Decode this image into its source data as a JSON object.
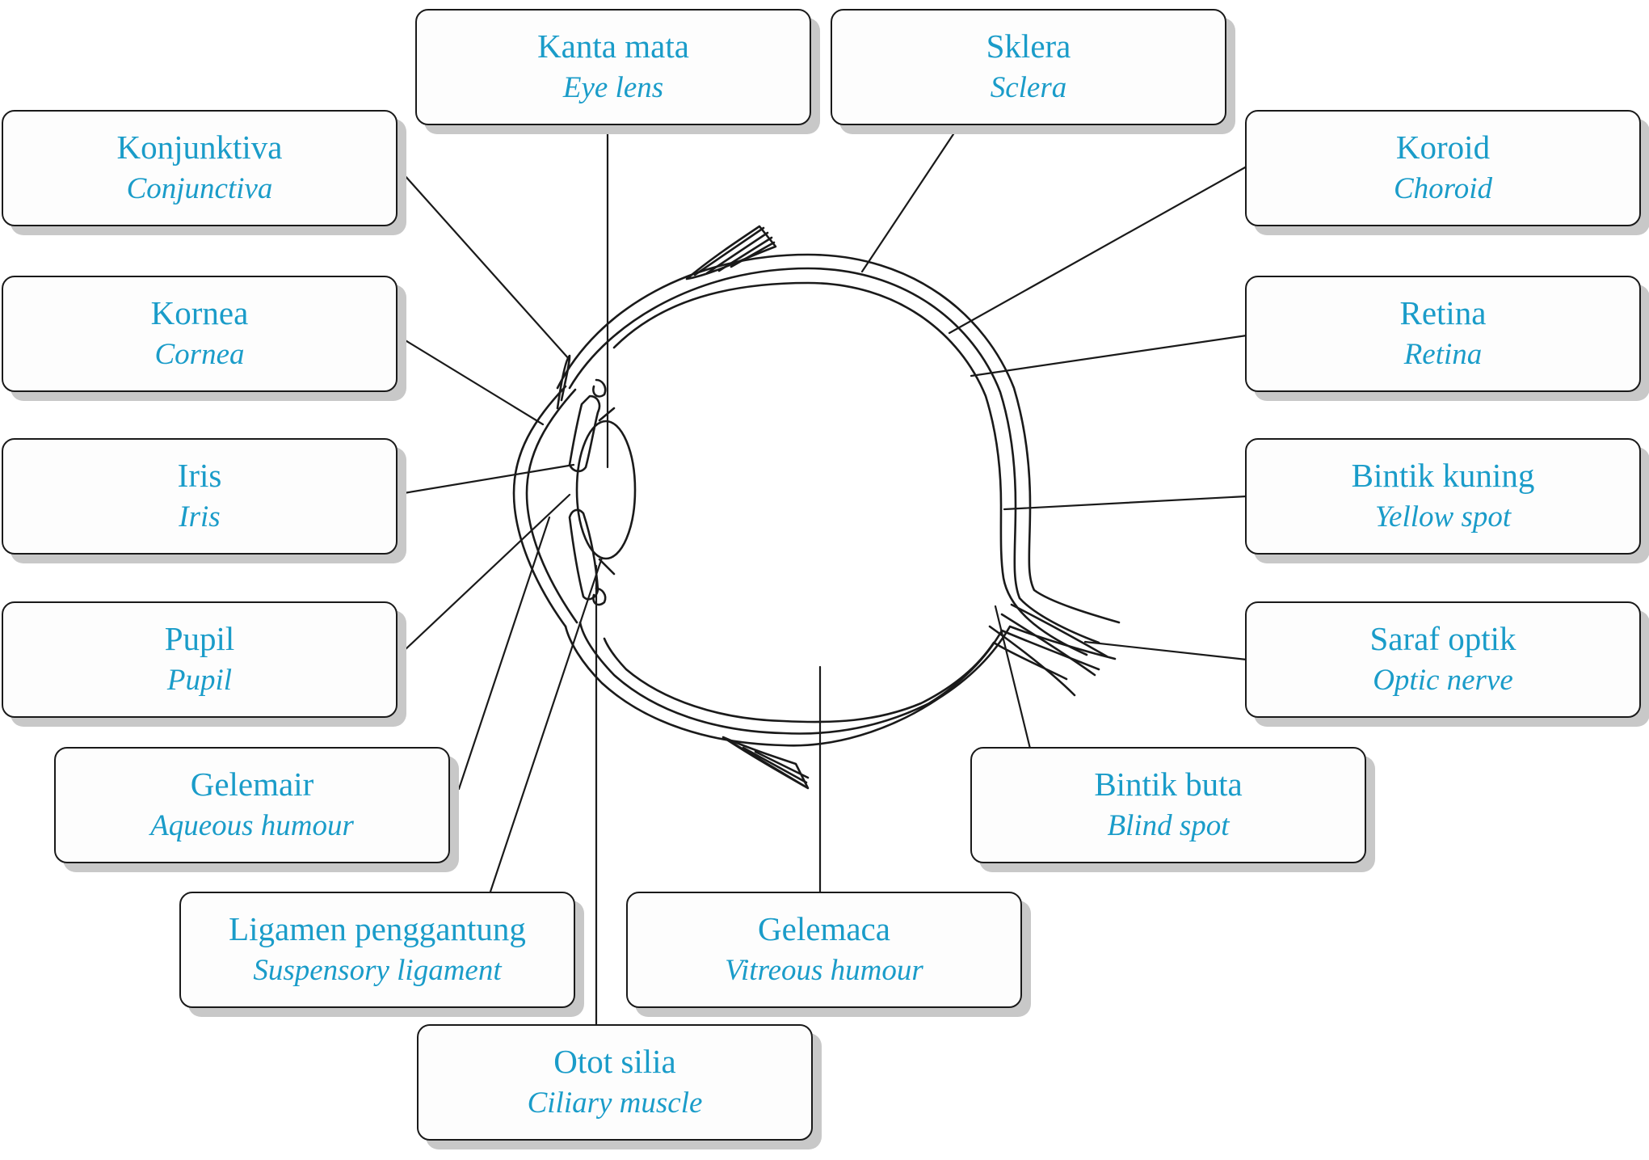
{
  "colors": {
    "label_text": "#1a9cc9",
    "outline": "#1a1a1a",
    "box_shadow": "#c8c8c8",
    "background": "#ffffff"
  },
  "labels": [
    {
      "id": "kanta-mata",
      "malay": "Kanta mata",
      "english": "Eye lens"
    },
    {
      "id": "sklera",
      "malay": "Sklera",
      "english": "Sclera"
    },
    {
      "id": "konjunktiva",
      "malay": "Konjunktiva",
      "english": "Conjunctiva"
    },
    {
      "id": "koroid",
      "malay": "Koroid",
      "english": "Choroid"
    },
    {
      "id": "kornea",
      "malay": "Kornea",
      "english": "Cornea"
    },
    {
      "id": "retina",
      "malay": "Retina",
      "english": "Retina"
    },
    {
      "id": "iris",
      "malay": "Iris",
      "english": "Iris"
    },
    {
      "id": "bintik-kuning",
      "malay": "Bintik kuning",
      "english": "Yellow spot"
    },
    {
      "id": "pupil",
      "malay": "Pupil",
      "english": "Pupil"
    },
    {
      "id": "saraf-optik",
      "malay": "Saraf optik",
      "english": "Optic nerve"
    },
    {
      "id": "gelemair",
      "malay": "Gelemair",
      "english": "Aqueous humour"
    },
    {
      "id": "bintik-buta",
      "malay": "Bintik buta",
      "english": "Blind spot"
    },
    {
      "id": "ligamen-penggantung",
      "malay": "Ligamen penggantung",
      "english": "Suspensory ligament"
    },
    {
      "id": "gelemaca",
      "malay": "Gelemaca",
      "english": "Vitreous humour"
    },
    {
      "id": "otot-silia",
      "malay": "Otot silia",
      "english": "Ciliary muscle"
    }
  ]
}
